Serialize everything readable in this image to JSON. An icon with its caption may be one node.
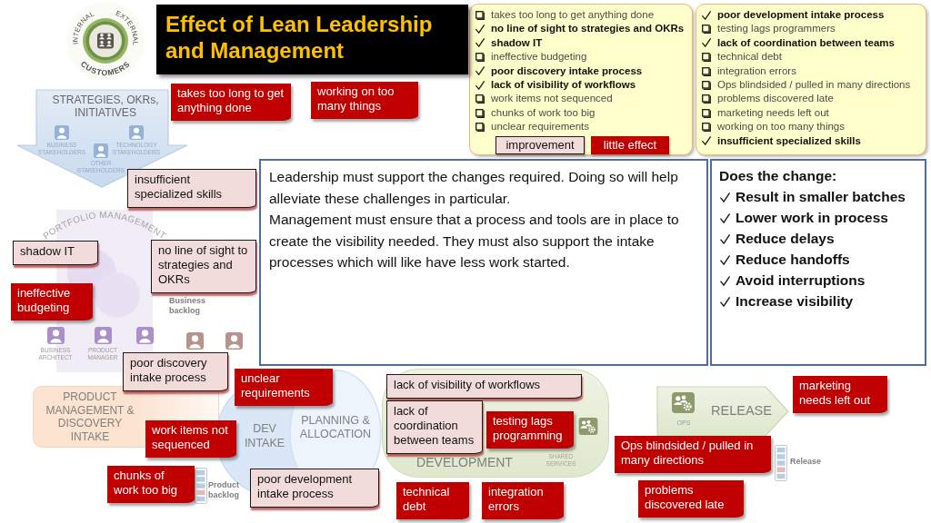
{
  "diagram": {
    "title": "Effect of Lean Leadership and Management",
    "nodes": [
      {
        "text": [
          "INTERNAL",
          "EXTERNAL",
          "CUSTOMERS"
        ]
      },
      {
        "text": [
          "takes too long to get anything done",
          "no line of sight to strategies and OKRs",
          "shadow IT",
          "ineffective budgeting",
          "poor discovery intake process",
          "lack of visibility of workflows",
          "work items not sequenced",
          "chunks of work too big",
          "unclear requirements"
        ]
      },
      {
        "text": [
          "poor development intake process",
          "testing lags programmers",
          "lack of coordination between teams",
          "technical debt",
          "integration errors",
          "Ops blindsided / pulled in many directions",
          "problems discovered late",
          "marketing needs left out",
          "working on too many things",
          "insufficient specialized skills"
        ]
      },
      {
        "text": [
          "STRATEGIES, OKRs, INITIATIVES",
          "BUSINESS STAKEHOLDERS",
          "TECHNOLOGY STAKEHOLDERS",
          "OTHER STAKEHOLDERS"
        ]
      },
      {
        "text": [
          "takes too long to get anything done"
        ]
      },
      {
        "text": [
          "working on too many things"
        ]
      },
      {
        "text": [
          "insufficient specialized skills"
        ]
      },
      {
        "text": [
          "Leadership must support the changes required. Doing so will help alleviate these challenges in particular.",
          "Management must ensure that a process and tools are in place to create the visibility needed. They must also support the intake processes which will like have less work started."
        ]
      },
      {
        "text": [
          "Does the change:",
          "Result in smaller batches",
          "Lower work in process",
          "Reduce delays",
          "Reduce handoffs",
          "Avoid interruptions",
          "Increase visibility"
        ]
      },
      {
        "text": [
          "PORTFOLIO MANAGEMENT",
          "BUSINESS ARCHITECT",
          "PRODUCT MANAGER"
        ]
      },
      {
        "text": [
          "shadow IT"
        ]
      },
      {
        "text": [
          "no line of sight to strategies and OKRs"
        ]
      },
      {
        "text": [
          "ineffective budgeting"
        ]
      },
      {
        "text": [
          "poor discovery intake process"
        ]
      },
      {
        "text": [
          "marketing needs left out"
        ]
      },
      {
        "text": [
          "RELEASE",
          "OPS"
        ]
      },
      {
        "text": [
          "PRODUCT MANAGEMENT & DISCOVERY INTAKE"
        ]
      },
      {
        "text": [
          "DEV INTAKE"
        ]
      },
      {
        "text": [
          "unclear requirements"
        ]
      },
      {
        "text": [
          "PLANNING & ALLOCATION"
        ]
      },
      {
        "text": [
          "DEVELOPMENT",
          "SHARED SERVICES"
        ]
      },
      {
        "text": [
          "lack of visibility of workflows"
        ],
        "in": 20
      },
      {
        "text": [
          "lack of coordination between teams"
        ],
        "in": 20
      },
      {
        "text": [
          "testing lags programming"
        ],
        "in": 20
      },
      {
        "text": [
          "work items not sequenced"
        ]
      },
      {
        "text": [
          "Ops blindsided / pulled in many directions"
        ]
      },
      {
        "text": [
          "chunks of work too big"
        ]
      },
      {
        "text": [
          "poor development intake process"
        ]
      },
      {
        "text": [
          "technical debt"
        ]
      },
      {
        "text": [
          "integration errors"
        ]
      },
      {
        "text": [
          "problems discovered late"
        ]
      }
    ],
    "labels": [
      "Business backlog",
      "Product backlog",
      "Release"
    ],
    "legend": [
      {
        "text": "improvement",
        "color": "#f2dcdb"
      },
      {
        "text": "little effect",
        "color": "#c00000"
      }
    ]
  }
}
